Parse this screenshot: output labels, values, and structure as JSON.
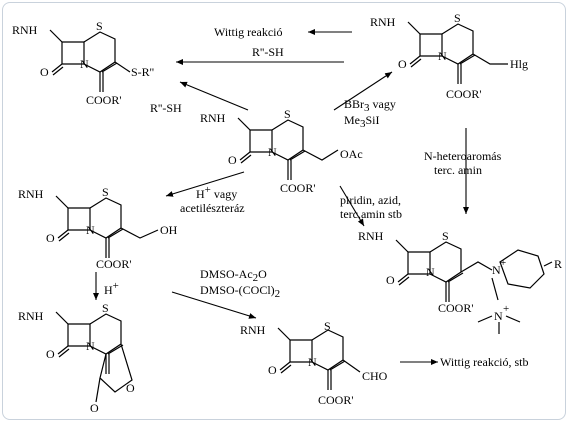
{
  "labels": {
    "wittig_top": "Wittig reakció",
    "rsh_top": "R''-SH",
    "rsh_left": "R''-SH",
    "bbr": "BBr",
    "bbr_sub": "3",
    "bbr_vagy": " vagy",
    "me3sil": "Me",
    "me3sil_sub": "3",
    "me3sil_tail": "SiI",
    "heteroarom_1": "N-heteroaromás",
    "heteroarom_2": "terc. amin",
    "hplus_1": "H",
    "hplus_1_sup": "+",
    "hplus_1_tail": " vagy",
    "hplus_2": "acetilészteráz",
    "piridin_1": "piridin, azid,",
    "piridin_2": "terc.amin stb",
    "hplus_down": "H",
    "hplus_down_sup": "+",
    "dmso_1": "DMSO-Ac",
    "dmso_1_sub": "2",
    "dmso_1_tail": "O",
    "dmso_2": "DMSO-(COCl)",
    "dmso_2_sub": "2",
    "wittig_bottom": "Wittig reakció, stb"
  },
  "atoms": {
    "RNH": "RNH",
    "S": "S",
    "N": "N",
    "O": "O",
    "COOR": "COOR'",
    "SR": "S-R''",
    "Hlg": "Hlg",
    "OAc": "OAc",
    "OH": "OH",
    "CHO": "CHO",
    "Nplus": "N",
    "plus": "+",
    "R": "R"
  },
  "icons": {
    "arrow": "reaction-arrow-icon"
  }
}
